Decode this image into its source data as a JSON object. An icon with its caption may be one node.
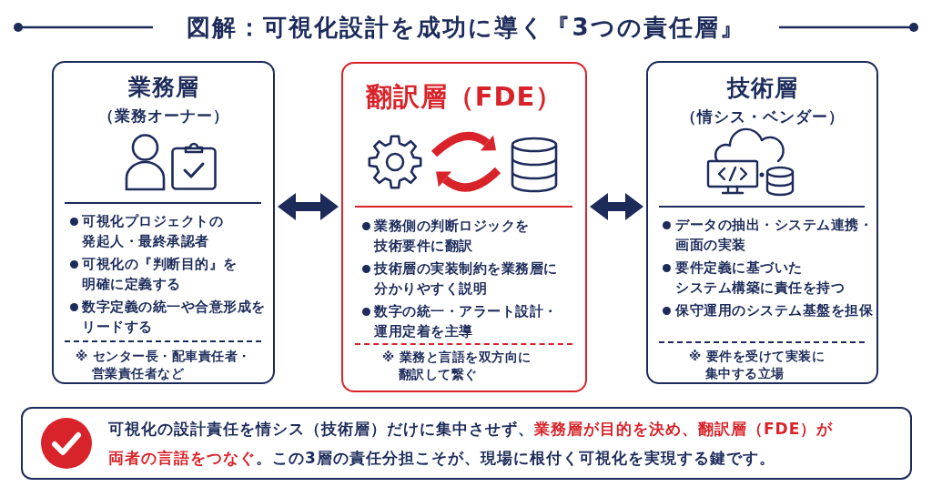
{
  "diagram": {
    "title": "図解：可視化設計を成功に導く『3つの責任層』",
    "nodes": [
      {
        "text": [
          "業務層",
          "（業務オーナー）",
          "可視化プロジェクトの発起人・最終承認者",
          "可視化の『判断目的』を明確に定義する",
          "数字定義の統一や合意形成をリードする",
          "※ センター長・配車責任者・営業責任者など"
        ]
      },
      {
        "text": [
          "翻訳層（FDE）",
          "業務側の判断ロジックを技術要件に翻訳",
          "技術層の実装制約を業務層に分かりやすく説明",
          "数字の統一・アラート設計・運用定着を主導",
          "※ 業務と言語を双方向に翻訳して繋ぐ"
        ]
      },
      {
        "text": [
          "技術層",
          "（情シス・ベンダー）",
          "データの抽出・システム連携・画面の実装",
          "要件定義に基づいたシステム構築に責任を持つ",
          "保守運用のシステム基盤を担保",
          "※ 要件を受けて実装に集中する立場"
        ]
      },
      {
        "text": [
          "可視化の設計責任を情シス（技術層）だけに集中させず、**業務層が目的を決め、翻訳層（FDE）が両者の言語をつなぐ**。この3層の責任分担こそが、現場に根付く可視化を実現する鍵です。"
        ]
      }
    ],
    "edges": [
      {
        "from": 0,
        "to": 1,
        "arrow": "both"
      },
      {
        "from": 1,
        "to": 2,
        "arrow": "both"
      }
    ]
  }
}
